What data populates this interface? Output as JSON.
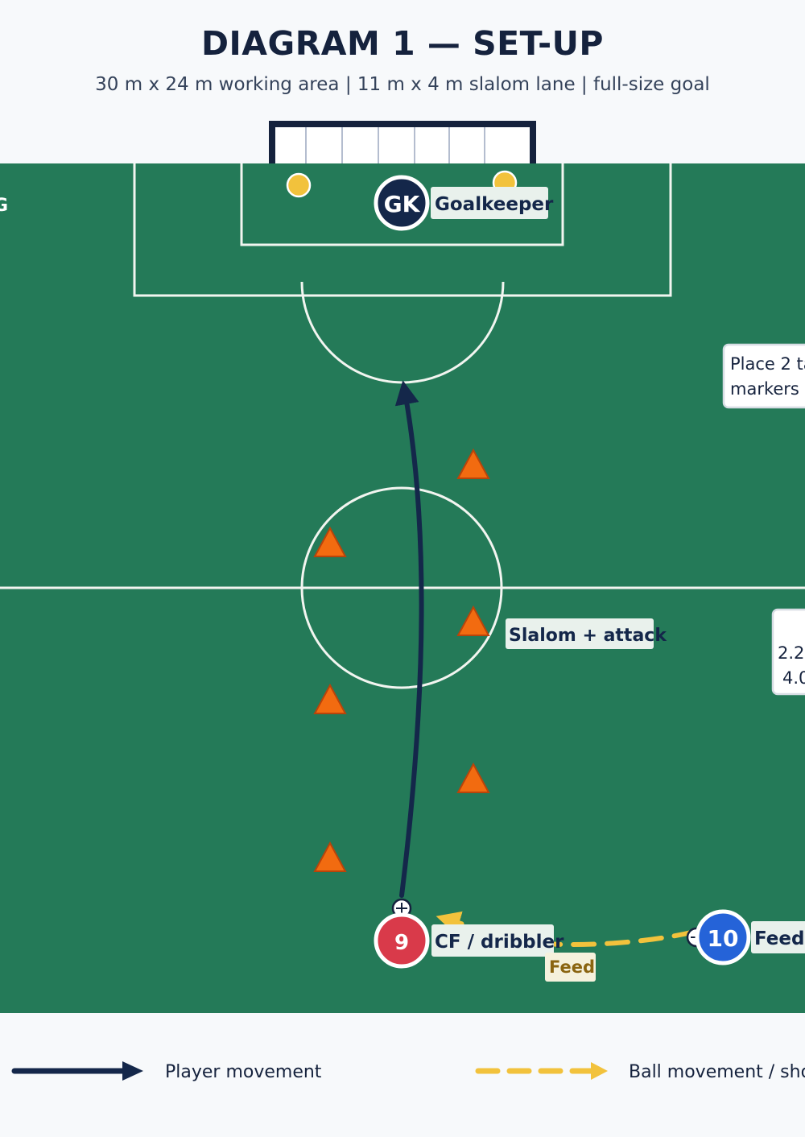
{
  "header": {
    "title": "DIAGRAM 1 — SET-UP",
    "subtitle": "30 m x 24 m working area | 11 m x 4 m slalom lane | full-size goal"
  },
  "colors": {
    "pitch": "#247a58",
    "line": "#f2f5f0",
    "navy": "#14274a",
    "ball": "#f2c23c",
    "cone": "#f26b10",
    "red_player": "#d93a4a",
    "blue_player": "#2563d8",
    "background": "#f7f9fb"
  },
  "pitch": {
    "edge_label": "G",
    "note_top": [
      "Place 2 ta",
      "markers"
    ],
    "note_mid": [
      "2.2",
      "4.0"
    ]
  },
  "players": [
    {
      "id": "gk",
      "number": "GK",
      "label": "Goalkeeper",
      "color": "#14274a"
    },
    {
      "id": "cf",
      "number": "9",
      "label": "CF / dribbler",
      "color": "#d93a4a"
    },
    {
      "id": "feeder",
      "number": "10",
      "label": "Feede",
      "color": "#2563d8"
    }
  ],
  "labels": {
    "slalom": "Slalom + attack",
    "feed": "Feed"
  },
  "legend": {
    "player_movement": "Player movement",
    "ball_movement": "Ball movement / sho"
  }
}
